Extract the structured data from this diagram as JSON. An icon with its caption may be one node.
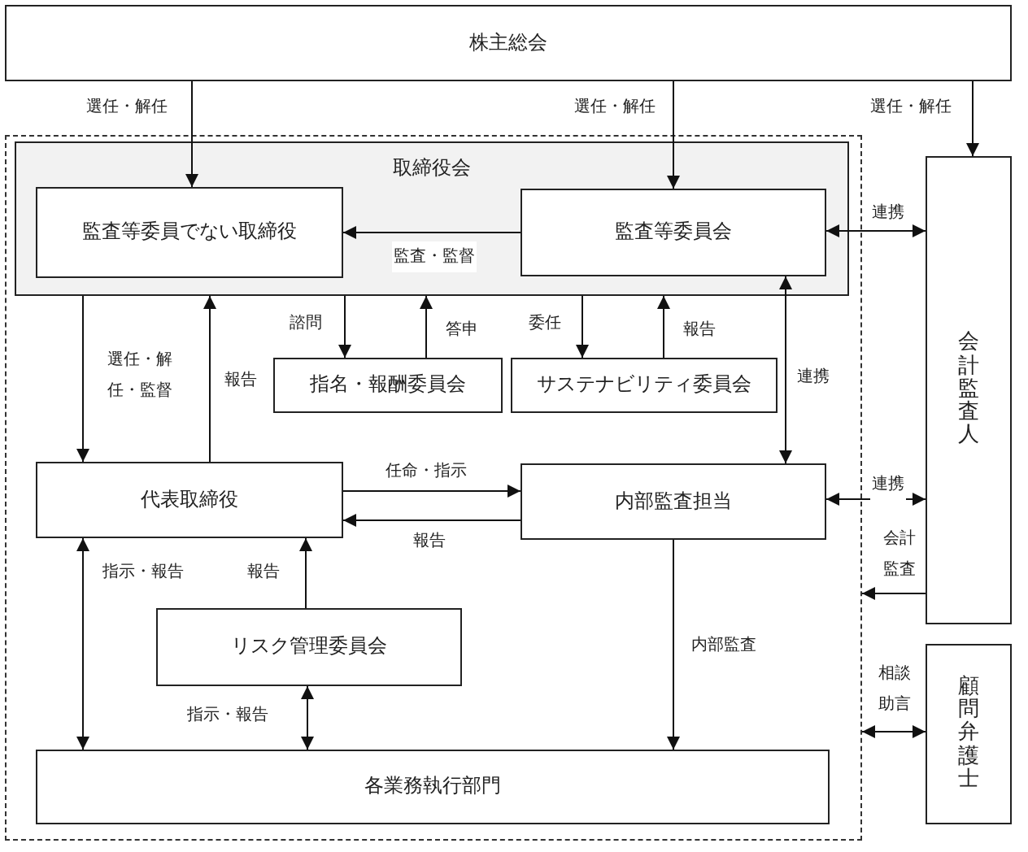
{
  "diagram": {
    "nodes": [
      {
        "text": [
          "株主総会"
        ]
      },
      {
        "text": [],
        "shape": "box"
      },
      {
        "text": [
          "取締役会"
        ],
        "in": 1
      },
      {
        "text": [
          "監査等委員でない取締役"
        ],
        "in": 2
      },
      {
        "text": [
          "監査等委員会"
        ],
        "in": 2
      },
      {
        "text": [
          "指名・報酬委員会"
        ],
        "in": 1
      },
      {
        "text": [
          "サステナビリティ委員会"
        ],
        "in": 1
      },
      {
        "text": [
          "代表取締役"
        ],
        "in": 1
      },
      {
        "text": [
          "内部監査担当"
        ],
        "in": 1
      },
      {
        "text": [
          "リスク管理委員会"
        ],
        "in": 1
      },
      {
        "text": [
          "各業務執行部門"
        ],
        "in": 1
      },
      {
        "text": [
          "会計監査人"
        ]
      },
      {
        "text": [
          "顧問弁護士"
        ]
      }
    ],
    "edges": [
      {
        "from": 0,
        "to": 3,
        "arrow": "to",
        "label": "選任・解任"
      },
      {
        "from": 0,
        "to": 4,
        "arrow": "to",
        "label": "選任・解任"
      },
      {
        "from": 0,
        "to": 11,
        "arrow": "to",
        "label": "選任・解任"
      },
      {
        "from": 4,
        "to": 3,
        "arrow": "to",
        "label": "監査・監督"
      },
      {
        "from": 4,
        "to": 11,
        "arrow": "both",
        "label": "連携"
      },
      {
        "from": 2,
        "to": 7,
        "arrow": "to",
        "label": "選任・解任・監督"
      },
      {
        "from": 7,
        "to": 2,
        "arrow": "to",
        "label": "報告"
      },
      {
        "from": 2,
        "to": 5,
        "arrow": "to",
        "label": "諮問"
      },
      {
        "from": 5,
        "to": 2,
        "arrow": "to",
        "label": "答申"
      },
      {
        "from": 2,
        "to": 6,
        "arrow": "to",
        "label": "委任"
      },
      {
        "from": 6,
        "to": 2,
        "arrow": "to",
        "label": "報告"
      },
      {
        "from": 4,
        "to": 8,
        "arrow": "both",
        "label": "連携"
      },
      {
        "from": 7,
        "to": 8,
        "arrow": "to",
        "label": "任命・指示"
      },
      {
        "from": 8,
        "to": 7,
        "arrow": "to",
        "label": "報告"
      },
      {
        "from": 8,
        "to": 11,
        "arrow": "both",
        "label": "連携"
      },
      {
        "from": 11,
        "to": 1,
        "arrow": "to",
        "label": "会計監査"
      },
      {
        "from": 7,
        "to": 10,
        "arrow": "both",
        "label": "指示・報告"
      },
      {
        "from": 9,
        "to": 7,
        "arrow": "to",
        "label": "報告"
      },
      {
        "from": 9,
        "to": 10,
        "arrow": "both",
        "label": "指示・報告"
      },
      {
        "from": 8,
        "to": 10,
        "arrow": "to",
        "label": "内部監査"
      },
      {
        "from": 1,
        "to": 12,
        "arrow": "both",
        "label": "相談助言"
      }
    ]
  }
}
